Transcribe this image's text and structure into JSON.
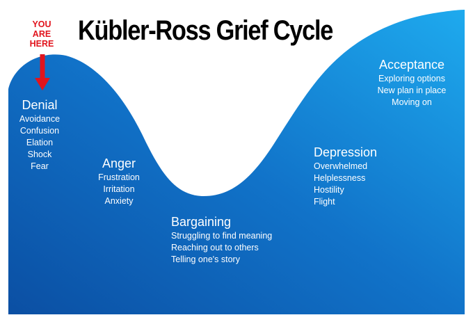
{
  "title": "Kübler-Ross Grief Cycle",
  "marker": {
    "lines": [
      "YOU",
      "ARE",
      "HERE"
    ],
    "color": "#e1141d"
  },
  "colors": {
    "gradient_light": "#1aa0ea",
    "gradient_dark": "#0d5cb0",
    "text": "#ffffff"
  },
  "stages": [
    {
      "name": "Denial",
      "items": [
        "Avoidance",
        "Confusion",
        "Elation",
        "Shock",
        "Fear"
      ]
    },
    {
      "name": "Anger",
      "items": [
        "Frustration",
        "Irritation",
        "Anxiety"
      ]
    },
    {
      "name": "Bargaining",
      "items": [
        "Struggling to find meaning",
        "Reaching out to others",
        "Telling one's story"
      ]
    },
    {
      "name": "Depression",
      "items": [
        "Overwhelmed",
        "Helplessness",
        "Hostility",
        "Flight"
      ]
    },
    {
      "name": "Acceptance",
      "items": [
        "Exploring options",
        "New plan in place",
        "Moving on"
      ]
    }
  ]
}
